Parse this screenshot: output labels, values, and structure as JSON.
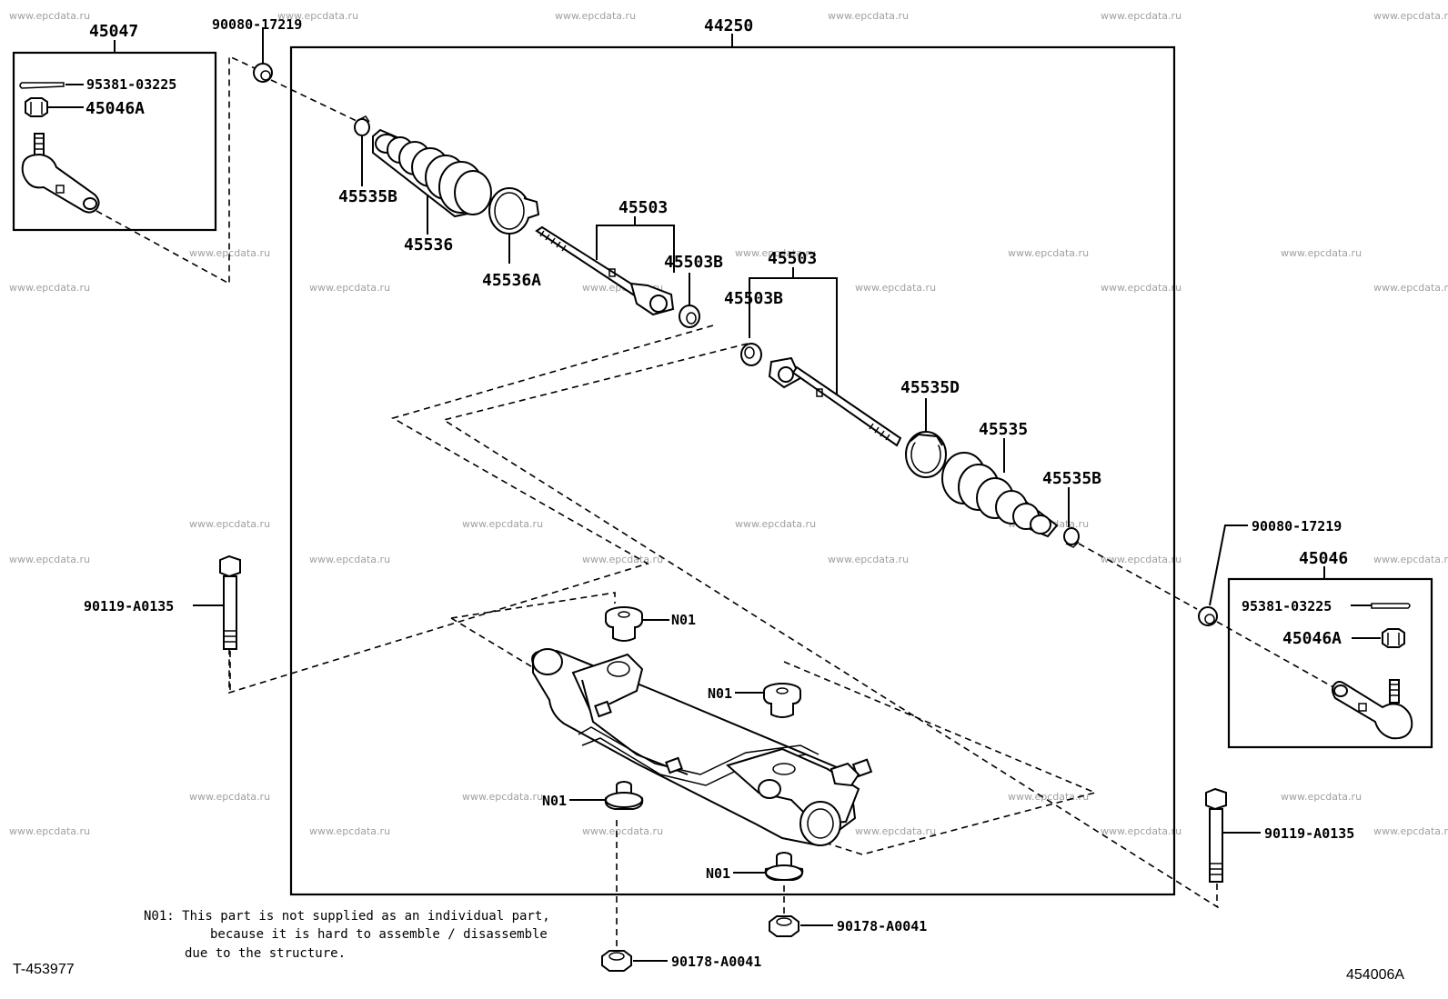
{
  "watermark": "www.epcdata.ru",
  "corner_left": "T-453977",
  "corner_right": "454006A",
  "labels": {
    "p45047": "45047",
    "p90080_top": "90080-17219",
    "p44250": "44250",
    "p95381_left": "95381-03225",
    "p45046a_left": "45046A",
    "p45535b_top": "45535B",
    "p45536": "45536",
    "p45536a": "45536A",
    "p45503_top": "45503",
    "p45503b_top": "45503B",
    "p45503_mid": "45503",
    "p45503b_mid": "45503B",
    "p45535d": "45535D",
    "p45535": "45535",
    "p45535b_bot": "45535B",
    "p90080_right": "90080-17219",
    "p45046": "45046",
    "p95381_right": "95381-03225",
    "p45046a_right": "45046A",
    "p90119_left": "90119-A0135",
    "p90119_right": "90119-A0135",
    "n01_a": "N01",
    "n01_b": "N01",
    "n01_c": "N01",
    "n01_d": "N01",
    "p90178_right": "90178-A0041",
    "p90178_bot": "90178-A0041"
  },
  "note": {
    "line1": "N01:  This part is not supplied as an individual part,",
    "line2": "because it is hard to assemble / disassemble",
    "line3": "due to the structure."
  }
}
